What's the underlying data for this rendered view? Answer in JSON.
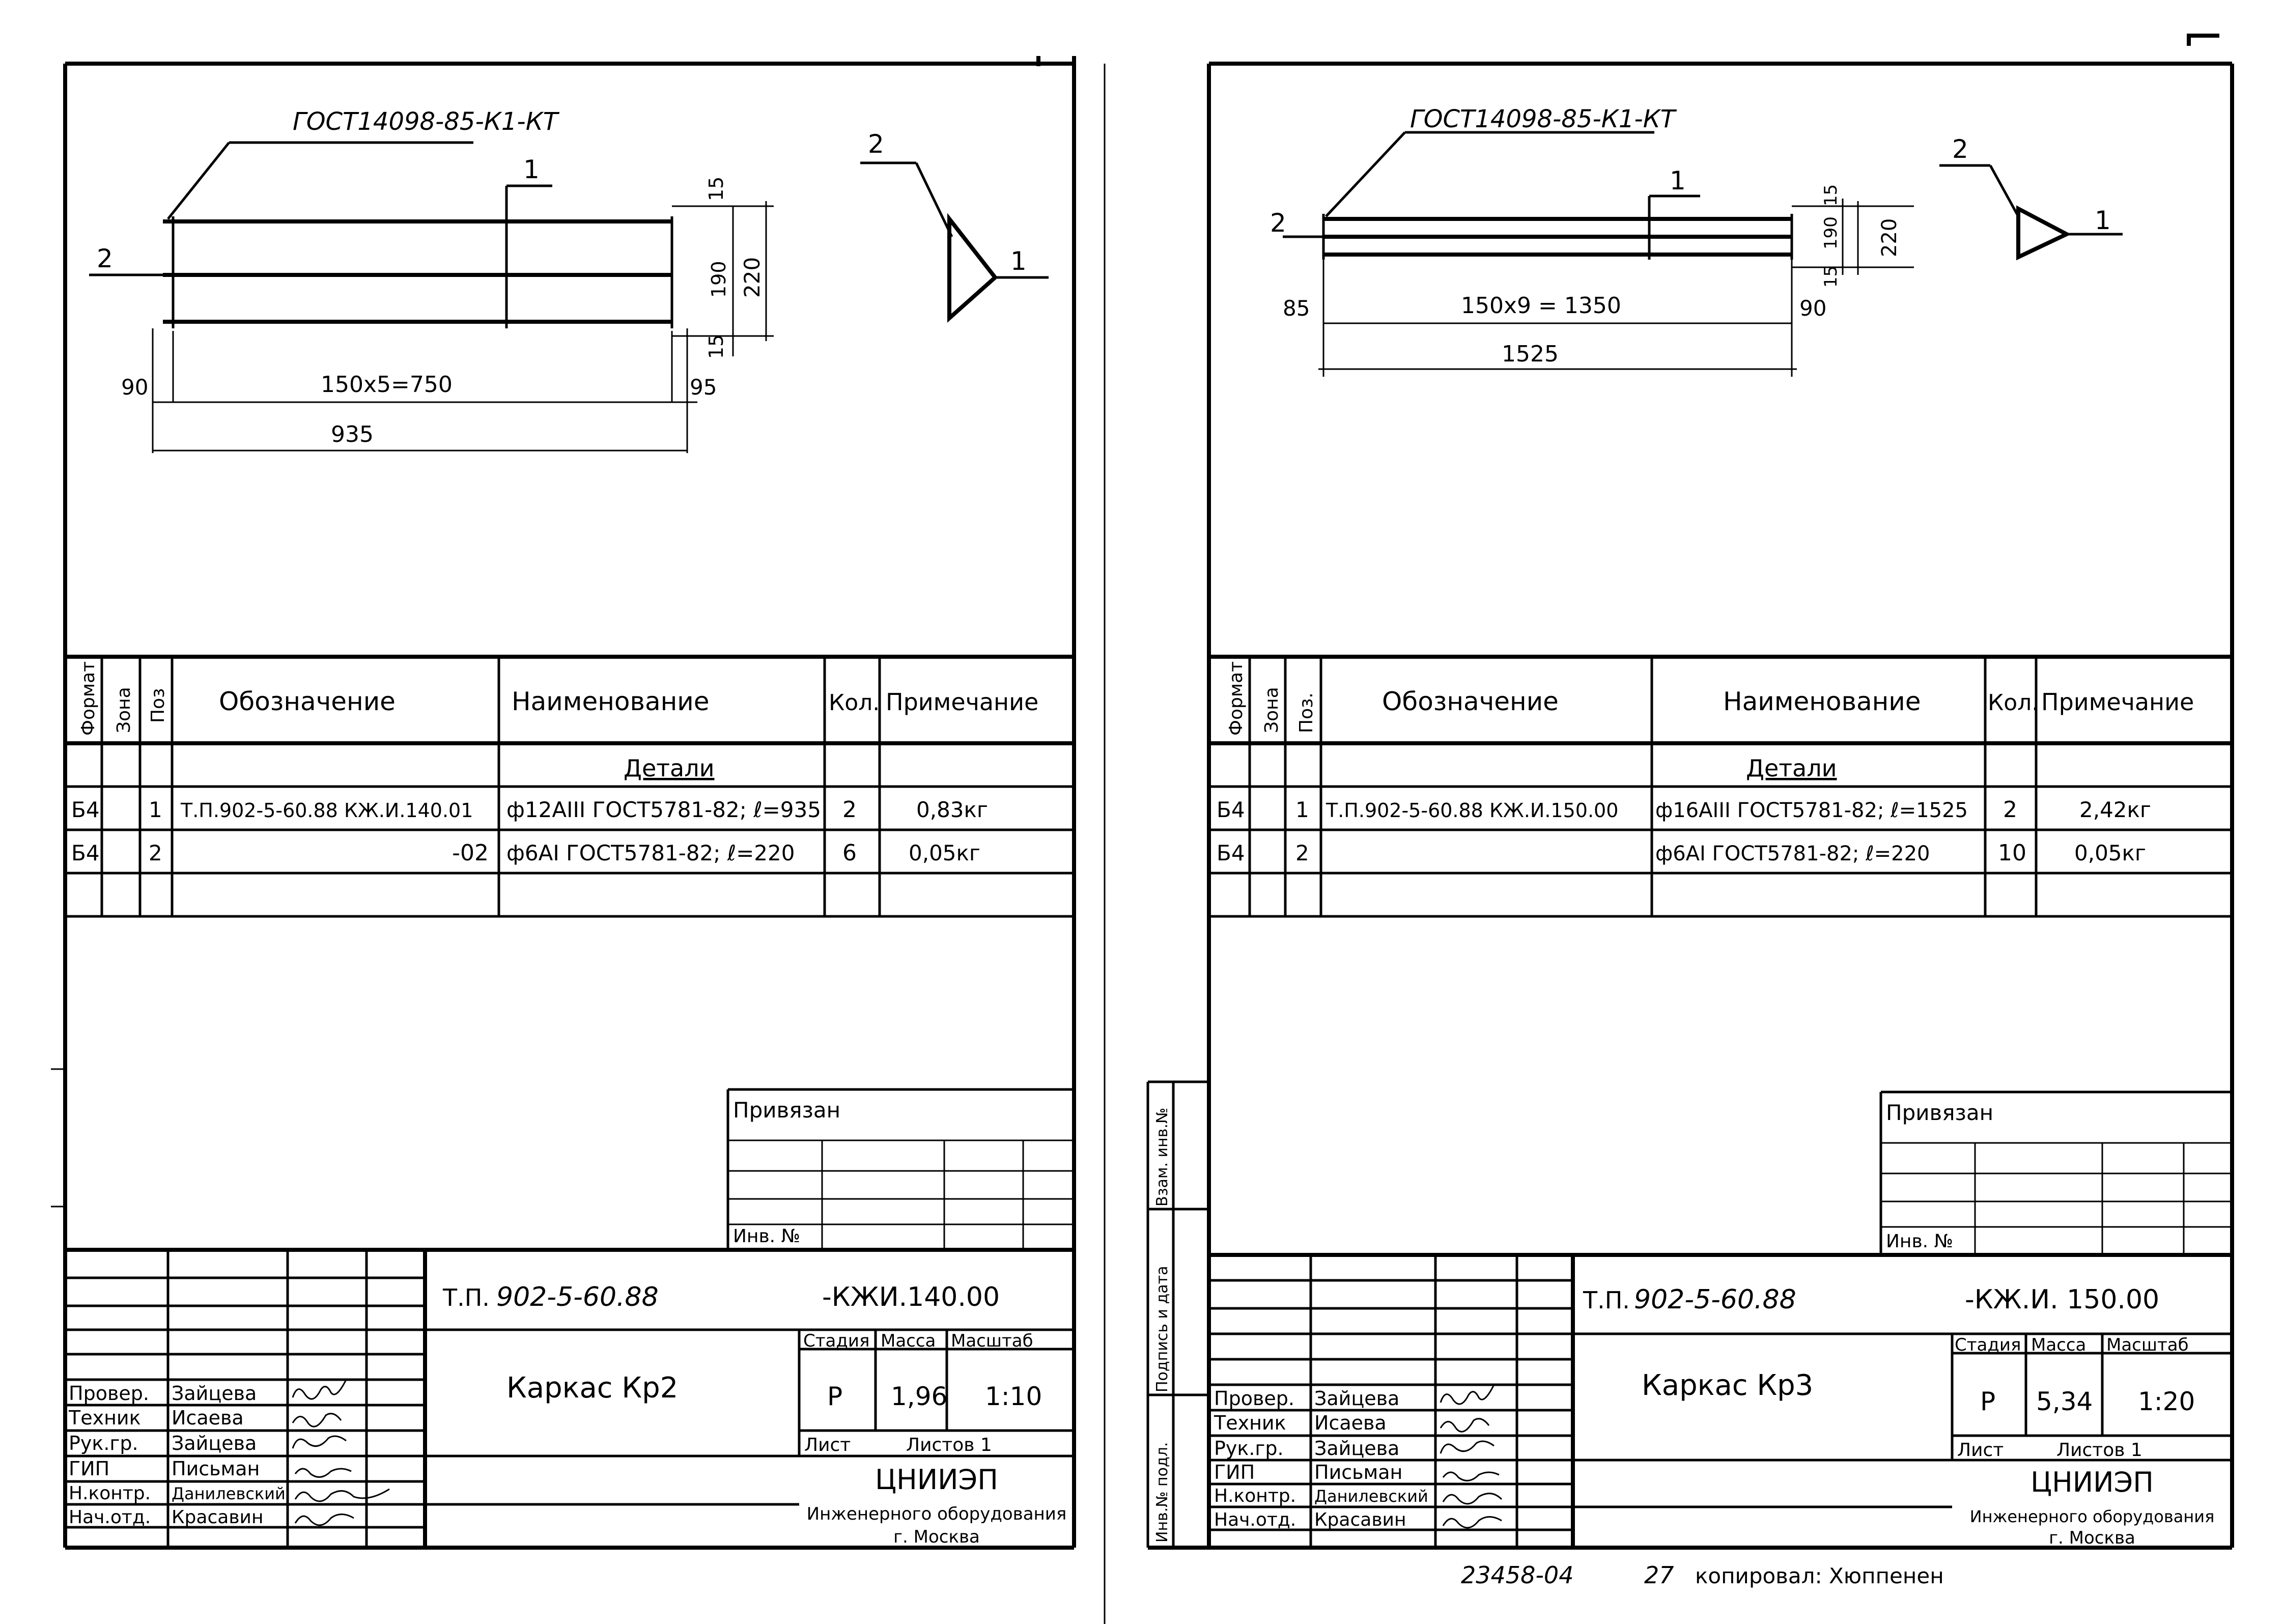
{
  "sheets": [
    {
      "drawing": {
        "gost": "ГОСТ14098-85-К1-КТ",
        "pos1": "1",
        "pos2": "2",
        "d15a": "15",
        "d190": "190",
        "d220": "220",
        "d15b": "15",
        "d_left": "90",
        "d_right": "95",
        "d_chain": "150х5=750",
        "d_total": "935",
        "sec_2": "2",
        "sec_1": "1"
      },
      "spec": {
        "headers": [
          "Формат",
          "Зона",
          "Поз",
          "Обозначение",
          "Наименование",
          "Кол.",
          "Примечание"
        ],
        "section": "Детали",
        "rows": [
          [
            "Б4",
            "",
            "1",
            "Т.П.902-5-60.88 КЖ.И.140.01",
            "ф12АIII ГОСТ5781-82; ℓ=935",
            "2",
            "0,83кг"
          ],
          [
            "Б4",
            "",
            "2",
            "-02",
            "ф6АI ГОСТ5781-82; ℓ=220",
            "6",
            "0,05кг"
          ]
        ]
      },
      "privyazan": "Привязан",
      "inv_no": "Инв. №",
      "title_block": {
        "tp": "Т.П.",
        "project": "902-5-60.88",
        "code": "-КЖИ.140.00",
        "name": "Каркас Кр2",
        "hdr_stage": "Стадия",
        "hdr_mass": "Масса",
        "hdr_scale": "Масштаб",
        "stage": "Р",
        "mass": "1,96",
        "scale": "1:10",
        "sheet_lbl": "Лист",
        "sheets_lbl": "Листов 1",
        "org": "ЦНИИЭП",
        "org2": "Инженерного оборудования",
        "city": "г. Москва",
        "roles": [
          "Провер.",
          "Техник",
          "Рук.гр.",
          "ГИП",
          "Н.контр.",
          "Нач.отд."
        ],
        "names": [
          "Зайцева",
          "Исаева",
          "Зайцева",
          "Письман",
          "Данилевский",
          "Красавин"
        ]
      }
    },
    {
      "drawing": {
        "gost": "ГОСТ14098-85-К1-КТ",
        "pos1": "1",
        "pos2": "2",
        "d15a": "15",
        "d190": "190",
        "d220": "220",
        "d15b": "15",
        "d_left": "85",
        "d_right": "90",
        "d_chain": "150х9 = 1350",
        "d_total": "1525",
        "sec_2": "2",
        "sec_1": "1"
      },
      "spec": {
        "headers": [
          "Формат",
          "Зона",
          "Поз.",
          "Обозначение",
          "Наименование",
          "Кол.",
          "Примечание"
        ],
        "section": "Детали",
        "rows": [
          [
            "Б4",
            "",
            "1",
            "Т.П.902-5-60.88 КЖ.И.150.00",
            "ф16АIII ГОСТ5781-82; ℓ=1525",
            "2",
            "2,42кг"
          ],
          [
            "Б4",
            "",
            "2",
            "",
            "ф6АI ГОСТ5781-82; ℓ=220",
            "10",
            "0,05кг"
          ]
        ]
      },
      "privyazan": "Привязан",
      "inv_no": "Инв. №",
      "side_stamp": [
        "Инв.№ подл.",
        "Подпись и дата",
        "Взам. инв.№"
      ],
      "title_block": {
        "tp": "Т.П.",
        "project": "902-5-60.88",
        "code": "-КЖ.И. 150.00",
        "name": "Каркас Кр3",
        "hdr_stage": "Стадия",
        "hdr_mass": "Масса",
        "hdr_scale": "Масштаб",
        "stage": "Р",
        "mass": "5,34",
        "scale": "1:20",
        "sheet_lbl": "Лист",
        "sheets_lbl": "Листов 1",
        "org": "ЦНИИЭП",
        "org2": "Инженерного оборудования",
        "city": "г. Москва",
        "roles": [
          "Провер.",
          "Техник",
          "Рук.гр.",
          "ГИП",
          "Н.контр.",
          "Нач.отд."
        ],
        "names": [
          "Зайцева",
          "Исаева",
          "Зайцева",
          "Письман",
          "Данилевский",
          "Красавин"
        ]
      }
    }
  ],
  "footer": {
    "num": "23458-04",
    "page": "27",
    "copied": "копировал: Хюппенен"
  }
}
